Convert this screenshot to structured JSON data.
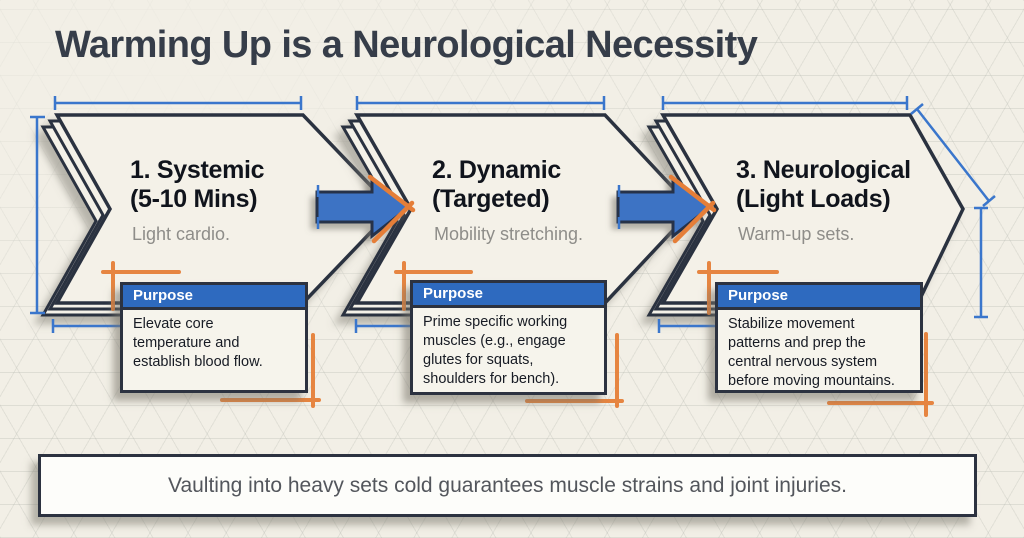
{
  "title": "Warming Up is a Neurological Necessity",
  "steps": [
    {
      "title_line1": "1. Systemic",
      "title_line2": "(5-10 Mins)",
      "subtitle": "Light cardio.",
      "purpose_label": "Purpose",
      "purpose_text": "Elevate core temperature and establish blood flow."
    },
    {
      "title_line1": "2. Dynamic",
      "title_line2": "(Targeted)",
      "subtitle": "Mobility stretching.",
      "purpose_label": "Purpose",
      "purpose_text": "Prime specific working muscles (e.g., engage glutes for squats, shoulders for bench)."
    },
    {
      "title_line1": "3. Neurological",
      "title_line2": "(Light Loads)",
      "subtitle": "Warm-up sets.",
      "purpose_label": "Purpose",
      "purpose_text": "Stabilize movement patterns and prep the central nervous system before moving mountains."
    }
  ],
  "footer": {
    "text": "Vaulting into heavy sets cold guarantees muscle strains and joint injuries."
  },
  "icons": {
    "flow_arrow": "right-arrow",
    "dimension_marks": "blueprint-dimension-lines",
    "sketch_marks": "hand-drawn-corner-brackets"
  },
  "colors": {
    "background": "#f2efe6",
    "shape_fill": "#f4f1e8",
    "outline_dark": "#2c3240",
    "purpose_header_blue": "#2e6abf",
    "arrow_blue": "#3c73c4",
    "dimension_blue": "#3a76cc",
    "annotation_orange": "#e57e38",
    "title_text": "#363d49",
    "muted_text": "#8e8d89"
  }
}
